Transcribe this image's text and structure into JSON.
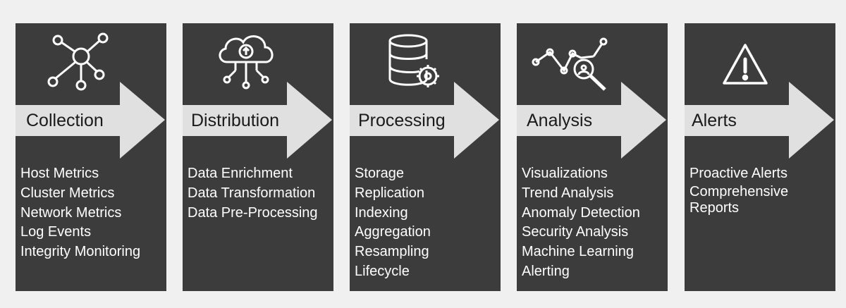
{
  "colors": {
    "background": "#f0f0f0",
    "panel": "#3d3c3c",
    "arrow": "#e0e0e0",
    "icon_stroke": "#ffffff",
    "label_text": "#1a1a1a",
    "item_text": "#ffffff"
  },
  "stages": [
    {
      "label": "Collection",
      "icon": "network-hub-icon",
      "items": [
        "Host Metrics",
        "Cluster Metrics",
        "Network Metrics",
        "Log Events",
        "Integrity Monitoring"
      ]
    },
    {
      "label": "Distribution",
      "icon": "cloud-upload-icon",
      "items": [
        "Data Enrichment",
        "Data Transformation",
        "Data Pre-Processing"
      ]
    },
    {
      "label": "Processing",
      "icon": "database-gear-icon",
      "items": [
        "Storage",
        "Replication",
        "Indexing",
        "Aggregation",
        "Resampling",
        "Lifecycle"
      ]
    },
    {
      "label": "Analysis",
      "icon": "trend-magnifier-icon",
      "items": [
        "Visualizations",
        "Trend Analysis",
        "Anomaly Detection",
        "Security Analysis",
        "Machine Learning",
        "Alerting"
      ]
    },
    {
      "label": "Alerts",
      "icon": "warning-triangle-icon",
      "items": [
        "Proactive Alerts",
        "Comprehensive Reports"
      ]
    }
  ]
}
